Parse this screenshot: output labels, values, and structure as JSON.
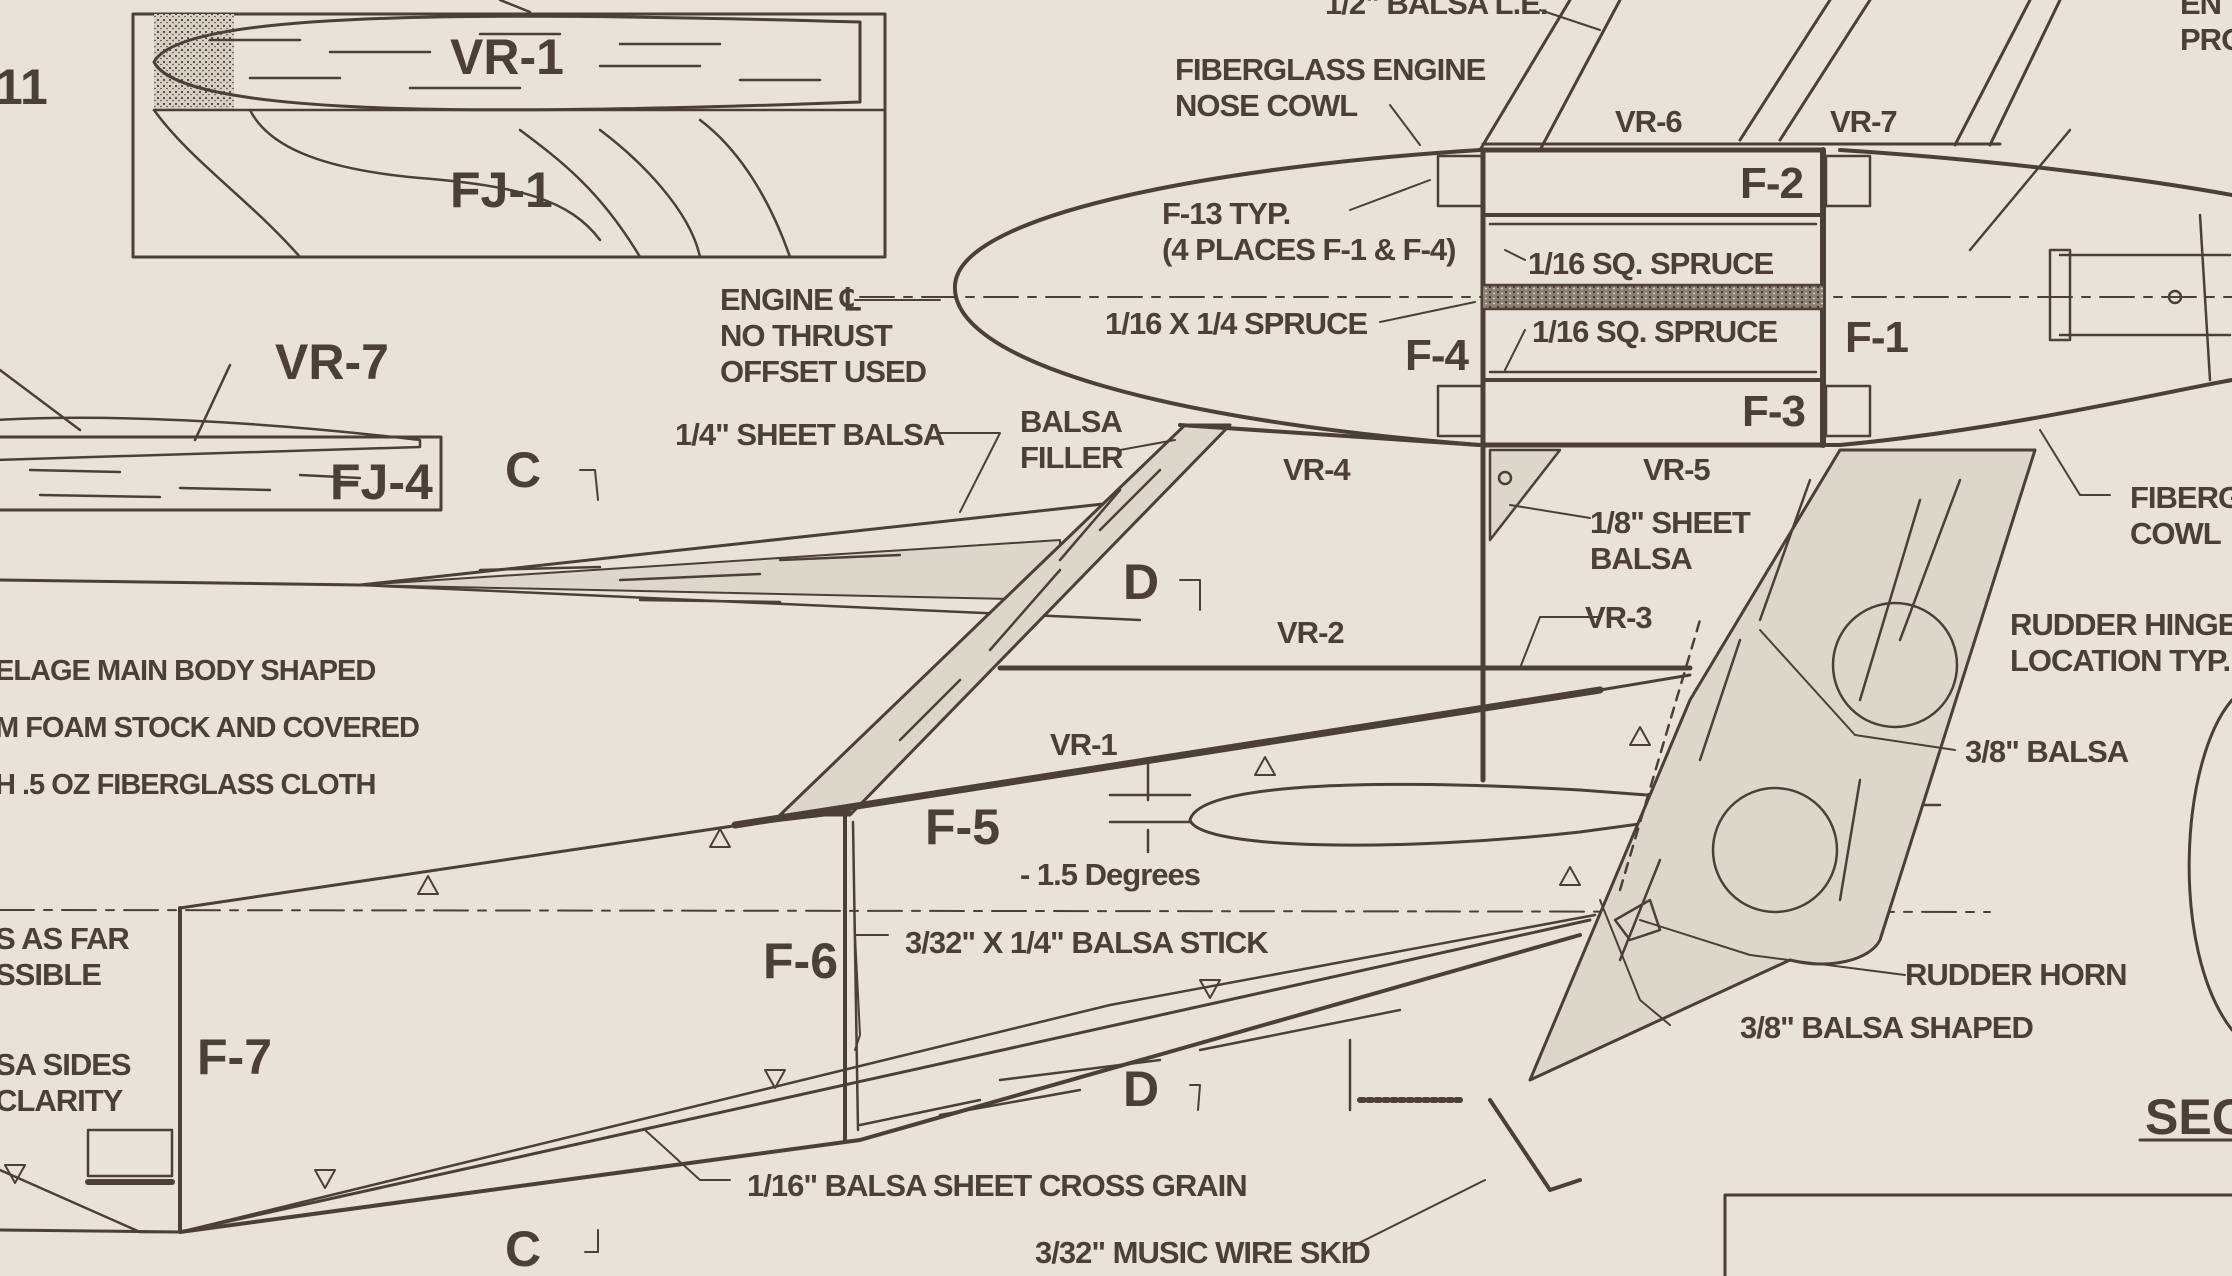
{
  "colors": {
    "paper": "#e8e2d8",
    "ink": "#4a4037",
    "wood": "#cfc6b8"
  },
  "labels": {
    "vr1_top": "VR-1",
    "fj1": "FJ-1",
    "num11": "11",
    "vr7_left": "VR-7",
    "fj4": "FJ-4",
    "c_top": "C",
    "c_bottom": "C",
    "d_mid": "D",
    "d_bottom": "D",
    "balsa_le": "1/2\" BALSA L.E.",
    "fiberglass_nose_cowl": "FIBERGLASS ENGINE\nNOSE COWL",
    "vr6_top": "VR-6",
    "vr7_top": "VR-7",
    "en_pro": "EN\nPRO",
    "f13": "F-13 TYP.\n(4 PLACES F-1 & F-4)",
    "engine_cl": "ENGINE ℄\nNO THRUST\nOFFSET USED",
    "spruce_sq_1": "1/16 SQ. SPRUCE",
    "spruce_1x4": "1/16 X 1/4 SPRUCE",
    "spruce_sq_2": "1/16 SQ. SPRUCE",
    "f2": "F-2",
    "f1": "F-1",
    "f4": "F-4",
    "f3": "F-3",
    "sheet_balsa_quarter": "1/4\" SHEET BALSA",
    "balsa_filler": "BALSA\nFILLER",
    "vr4": "VR-4",
    "vr5": "VR-5",
    "sheet_balsa_eighth": "1/8\" SHEET\nBALSA",
    "fiberglass_cowl": "FIBERG\nCOWL",
    "fuselage_note": "ELAGE MAIN BODY SHAPED\nM FOAM STOCK AND COVERED\nH .5 OZ FIBERGLASS CLOTH",
    "vr2": "VR-2",
    "vr3": "VR-3",
    "rudder_hinge": "RUDDER HINGE\nLOCATION TYP.",
    "balsa_38": "3/8\" BALSA",
    "vr1_mid": "VR-1",
    "f5": "F-5",
    "minus_deg": "- 1.5 Degrees",
    "as_far": "S AS FAR\nSSIBLE",
    "f6": "F-6",
    "balsa_stick": "3/32\" X 1/4\" BALSA STICK",
    "rudder_horn": "RUDDER HORN",
    "balsa_shaped": "3/8\" BALSA SHAPED",
    "balsa_sides": "SA SIDES\nCLARITY",
    "f7": "F-7",
    "sec": "SEC",
    "cross_grain": "1/16\" BALSA SHEET CROSS GRAIN",
    "music_wire": "3/32\" MUSIC WIRE SKID"
  }
}
